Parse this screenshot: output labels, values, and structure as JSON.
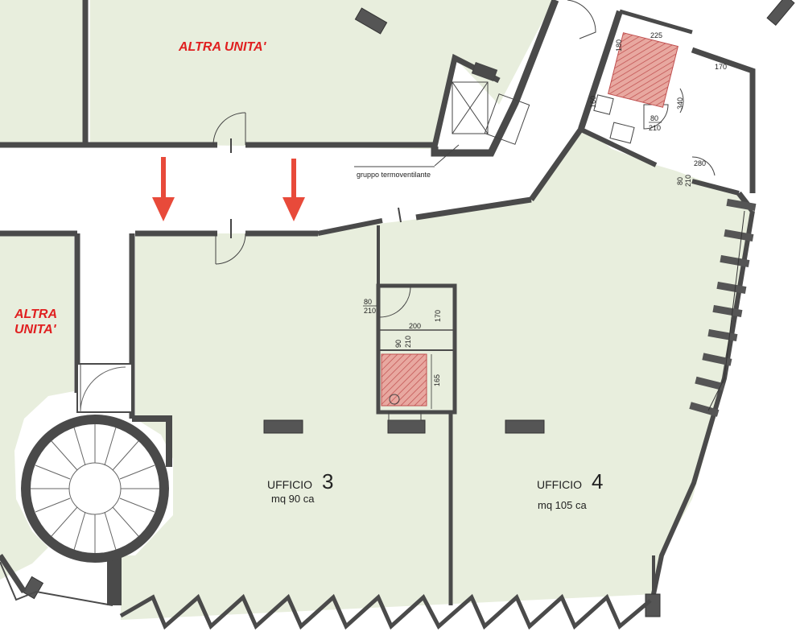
{
  "colors": {
    "floor": "#e8eedd",
    "wall": "#4a4a4a",
    "accent_red": "#e02020",
    "wc_hatch": "#d98c8c"
  },
  "labels": {
    "other_unit_top": "ALTRA UNITA'",
    "other_unit_left_1": "ALTRA",
    "other_unit_left_2": "UNITA'",
    "office3_word": "UFFICIO",
    "office3_num": "3",
    "office3_area": "mq 90 ca",
    "office4_word": "UFFICIO",
    "office4_num": "4",
    "office4_area": "mq 105 ca",
    "hvac": "gruppo termoventilante"
  },
  "dimensions": {
    "d80a": "80",
    "d210a": "210",
    "d200": "200",
    "d170a": "170",
    "d90": "90",
    "d210b": "210",
    "d165": "165",
    "d225": "225",
    "d180": "180",
    "d170b": "170",
    "d80b": "80",
    "d210c": "210",
    "d280": "280",
    "d80c": "80",
    "d210d": "210",
    "d160": "160",
    "d340": "340"
  },
  "icons": [
    "arrow-down-icon",
    "arrow-down-icon",
    "spiral-stair-icon",
    "door-swing-icon"
  ]
}
